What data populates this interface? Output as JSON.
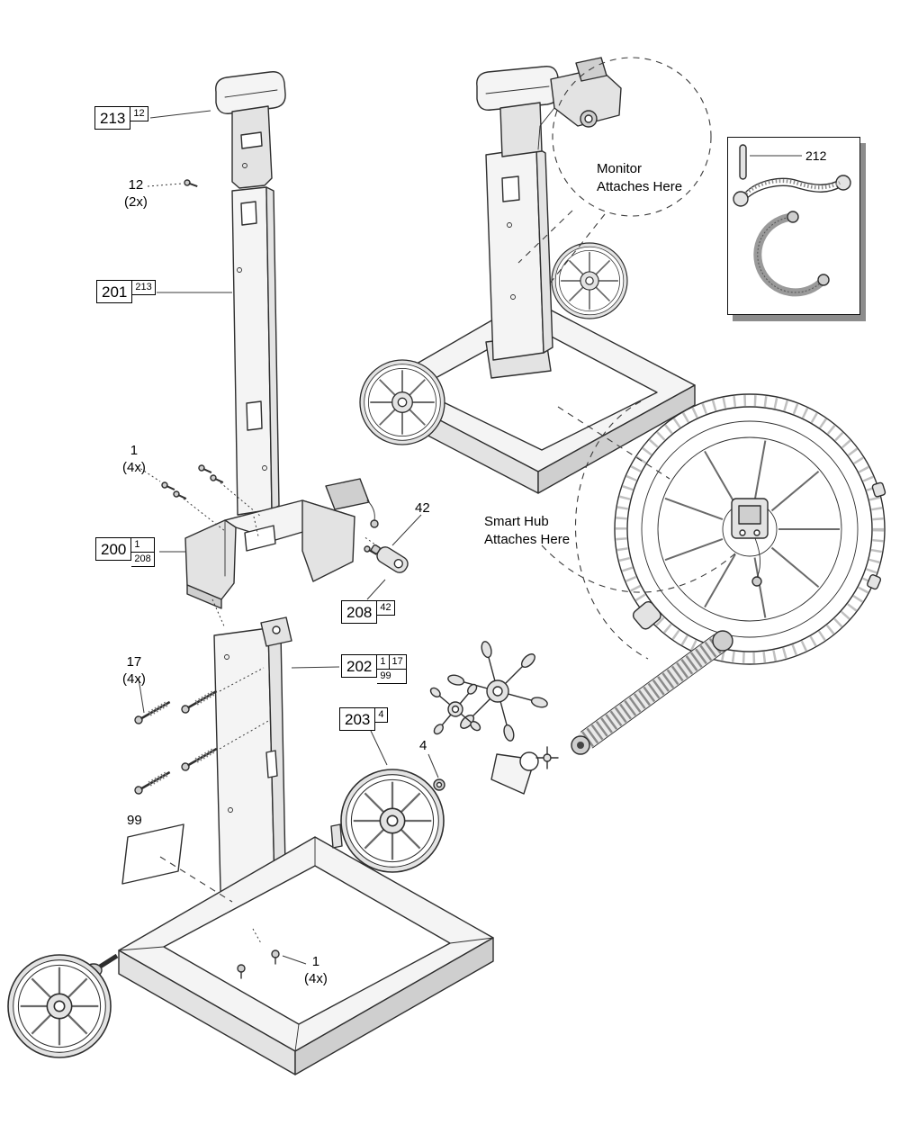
{
  "colors": {
    "line": "#2e2e2e",
    "leader": "#3a3a3a",
    "fill_light": "#f4f4f4",
    "fill_mid": "#e3e3e3",
    "fill_dark": "#cfcfcf",
    "background": "#ffffff"
  },
  "labels": {
    "handle": {
      "main": "213",
      "sub": "12"
    },
    "handle_screws": {
      "num": "12",
      "qty": "(2x)"
    },
    "upper_post": {
      "main": "201",
      "sub": "213"
    },
    "dock_screws": {
      "num": "1",
      "qty": "(4x)"
    },
    "dock": {
      "main": "200",
      "sub_top": "1",
      "sub_bottom": "208"
    },
    "latch_callout": "42",
    "latch": {
      "main": "208",
      "sub": "42"
    },
    "lower_post": {
      "main": "202",
      "sub_top_left": "1",
      "sub_top_right": "17",
      "sub_bottom": "99"
    },
    "wheel": {
      "main": "203",
      "sub": "4"
    },
    "post_screws": {
      "num": "17",
      "qty": "(4x)"
    },
    "sticker": "99",
    "wheel_nut": "4",
    "base_screws": {
      "num": "1",
      "qty": "(4x)"
    },
    "hose": "212"
  },
  "annotations": {
    "monitor": {
      "line1": "Monitor",
      "line2": "Attaches Here"
    },
    "smart_hub": {
      "line1": "Smart Hub",
      "line2": "Attaches Here"
    }
  }
}
